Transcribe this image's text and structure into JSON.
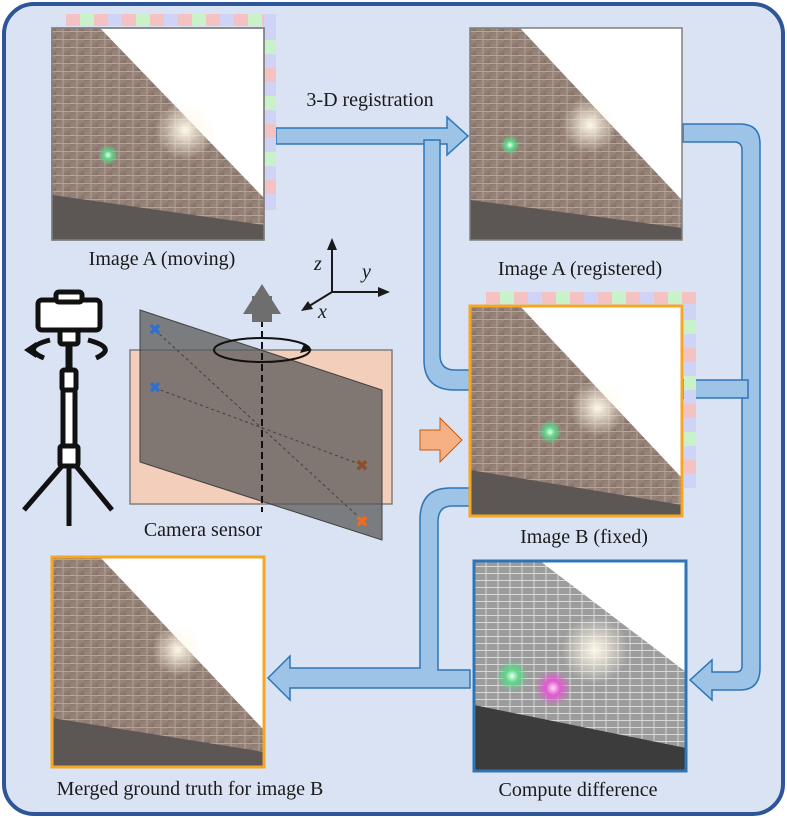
{
  "labels": {
    "image_a_moving": "Image A (moving)",
    "registration": "3-D registration",
    "image_a_registered": "Image A (registered)",
    "image_b_fixed": "Image B (fixed)",
    "camera_sensor": "Camera sensor",
    "merged": "Merged ground truth for image B",
    "compute_difference": "Compute difference"
  },
  "axes": {
    "x": "x",
    "y": "y",
    "z": "z"
  },
  "colors": {
    "frame_border": "#2e5597",
    "frame_bg": "#dae3f3",
    "flow_arrow": "#9dc3e6",
    "flow_arrow_border": "#2e75b6",
    "fixed_border": "#f5a623",
    "difference_border": "#2e75b6",
    "sensor_fill": "#f4cbb5",
    "sensor_plane": "#595959"
  }
}
